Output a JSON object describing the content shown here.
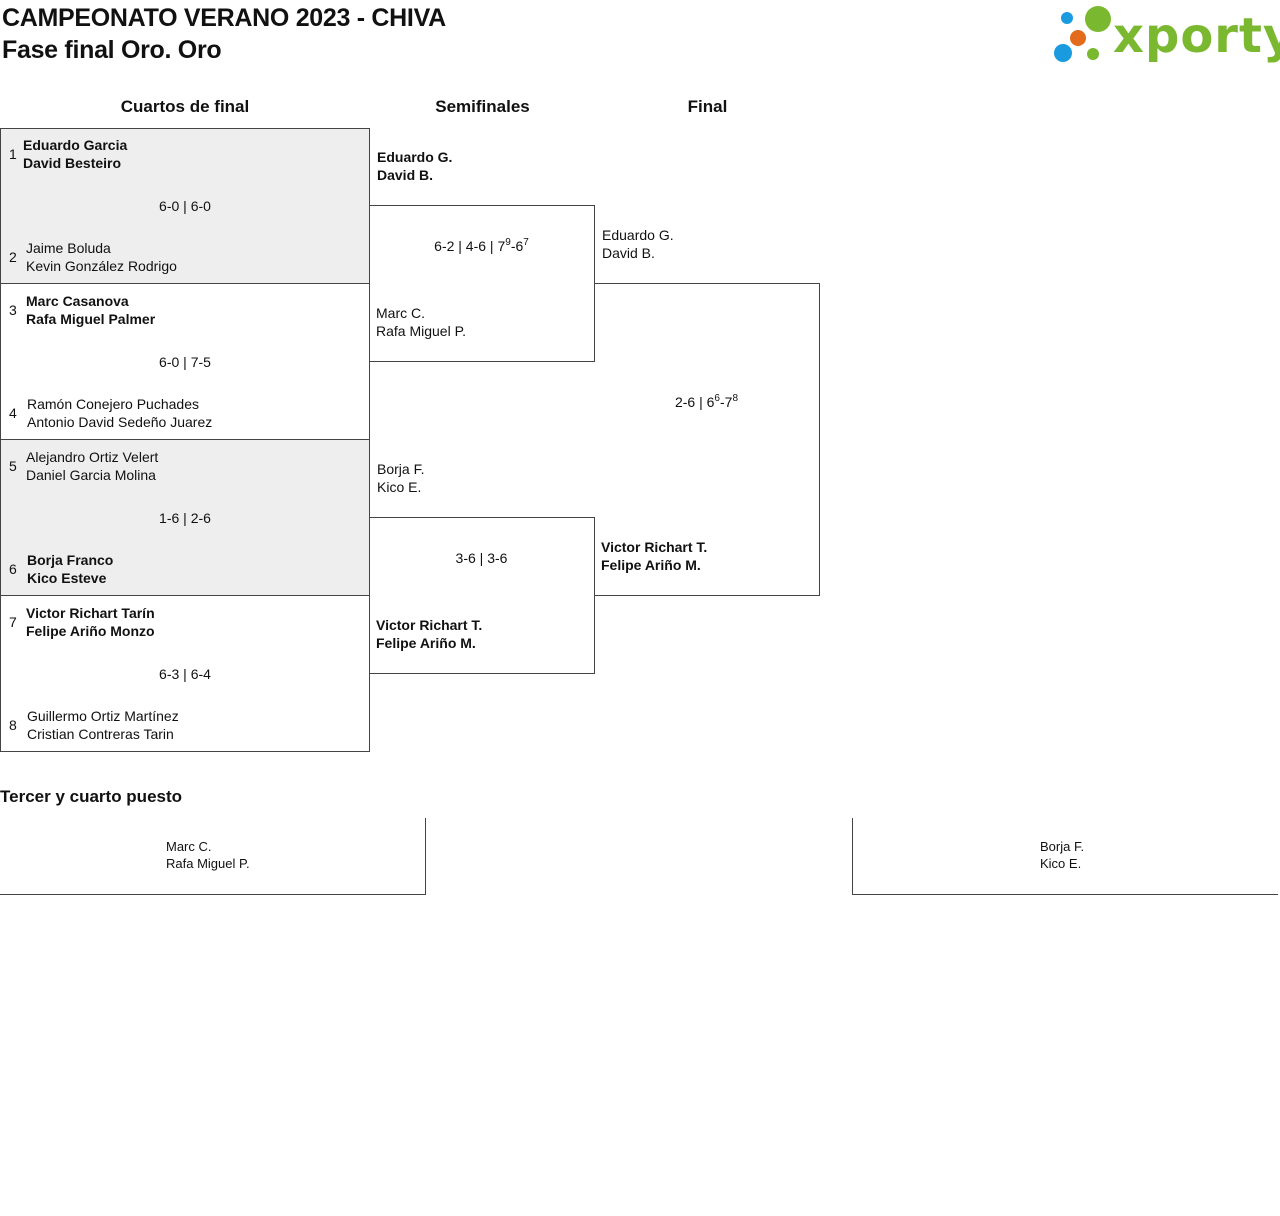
{
  "header": {
    "title": "CAMPEONATO VERANO 2023 - CHIVA",
    "subtitle": "Fase final Oro. Oro",
    "logo_text": "xporty",
    "logo_colors": [
      "#1a9be0",
      "#e36b1e",
      "#7ab830"
    ]
  },
  "columns": {
    "quarter": "Cuartos de final",
    "semi": "Semifinales",
    "final": "Final"
  },
  "quarterfinals": [
    {
      "seed1": "1",
      "team1": [
        "Eduardo Garcia",
        "David Besteiro"
      ],
      "score": "6-0 | 6-0",
      "seed2": "2",
      "team2": [
        "Jaime Boluda",
        "Kevin González Rodrigo"
      ]
    },
    {
      "seed1": "3",
      "team1": [
        "Marc Casanova",
        "Rafa Miguel Palmer"
      ],
      "score": "6-0 | 7-5",
      "seed2": "4",
      "team2": [
        "Ramón Conejero Puchades",
        "Antonio David Sedeño Juarez"
      ]
    },
    {
      "seed1": "5",
      "team1": [
        "Alejandro Ortiz Velert",
        "Daniel Garcia Molina"
      ],
      "score": "1-6 | 2-6",
      "seed2": "6",
      "team2": [
        "Borja Franco",
        "Kico Esteve"
      ]
    },
    {
      "seed1": "7",
      "team1": [
        "Victor Richart Tarín",
        "Felipe Ariño Monzo"
      ],
      "score": "6-3 | 6-4",
      "seed2": "8",
      "team2": [
        "Guillermo Ortiz Martínez",
        "Cristian Contreras Tarin"
      ]
    }
  ],
  "semifinals": [
    {
      "team1": [
        "Eduardo G.",
        "David B."
      ],
      "score_main": "6-2 | 4-6 | 7",
      "score_tb1": "9",
      "score_mid": "-6",
      "score_tb2": "7",
      "team2": [
        "Marc C.",
        "Rafa Miguel P."
      ]
    },
    {
      "team1": [
        "Borja F.",
        "Kico E."
      ],
      "score": "3-6 | 3-6",
      "team2": [
        "Victor Richart T.",
        "Felipe Ariño M."
      ]
    }
  ],
  "final": {
    "team1": [
      "Eduardo G.",
      "David B."
    ],
    "score_main": "2-6 | 6",
    "score_tb1": "6",
    "score_mid": "-7",
    "score_tb2": "8",
    "team2": [
      "Victor Richart T.",
      "Felipe Ariño M."
    ]
  },
  "third_place": {
    "title": "Tercer y cuarto puesto",
    "team1": [
      "Marc C.",
      "Rafa Miguel P."
    ],
    "team2": [
      "Borja F.",
      "Kico E."
    ]
  }
}
